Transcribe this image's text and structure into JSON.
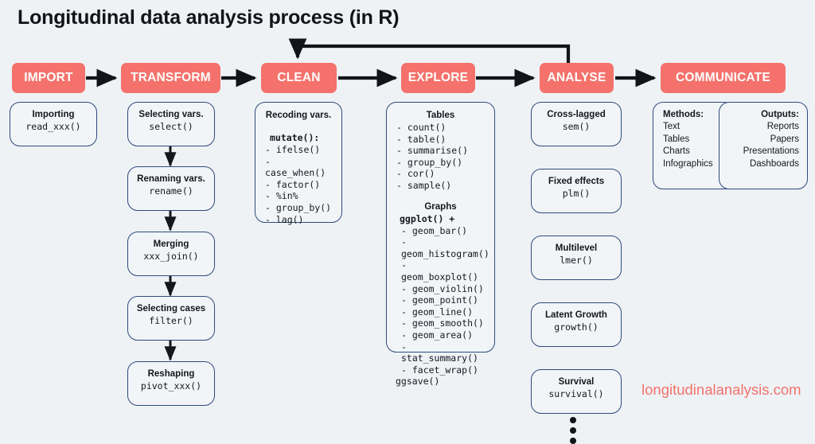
{
  "page": {
    "title": "Longitudinal data analysis process (in R)",
    "background_color": "#eef2f5",
    "accent_color": "#f4726b",
    "border_color": "#2e4a7d",
    "text_color": "#14181d",
    "watermark": "longitudinalanalysis.com"
  },
  "stages": [
    {
      "id": "import",
      "label": "IMPORT"
    },
    {
      "id": "transform",
      "label": "TRANSFORM"
    },
    {
      "id": "clean",
      "label": "CLEAN"
    },
    {
      "id": "explore",
      "label": "EXPLORE"
    },
    {
      "id": "analyse",
      "label": "ANALYSE"
    },
    {
      "id": "communicate",
      "label": "COMMUNICATE"
    }
  ],
  "import": {
    "card": {
      "heading": "Importing",
      "function": "read_xxx()"
    }
  },
  "transform": {
    "cards": [
      {
        "heading": "Selecting vars.",
        "function": "select()"
      },
      {
        "heading": "Renaming vars.",
        "function": "rename()"
      },
      {
        "heading": "Merging",
        "function": "xxx_join()"
      },
      {
        "heading": "Selecting cases",
        "function": "filter()"
      },
      {
        "heading": "Reshaping",
        "function": "pivot_xxx()"
      }
    ]
  },
  "clean": {
    "card": {
      "heading": "Recoding vars.",
      "subheading": "mutate():",
      "items": [
        "- ifelse()",
        "- case_when()",
        "- factor()",
        "- %in%",
        "- group_by()",
        "- lag()"
      ]
    }
  },
  "explore": {
    "card": {
      "tables_heading": "Tables",
      "tables_items": [
        "- count()",
        "- table()",
        "- summarise()",
        "- group_by()",
        "- cor()",
        "- sample()"
      ],
      "graphs_heading": "Graphs",
      "graphs_lead": "ggplot() +",
      "graphs_items": [
        "- geom_bar()",
        "- geom_histogram()",
        "- geom_boxplot()",
        "- geom_violin()",
        "- geom_point()",
        "- geom_line()",
        "- geom_smooth()",
        "- geom_area()",
        "- stat_summary()",
        "- facet_wrap()"
      ],
      "graphs_tail": "ggsave()"
    }
  },
  "analyse": {
    "cards": [
      {
        "heading": "Cross-lagged",
        "function": "sem()"
      },
      {
        "heading": "Fixed effects",
        "function": "plm()"
      },
      {
        "heading": "Multilevel",
        "function": "lmer()"
      },
      {
        "heading": "Latent Growth",
        "function": "growth()"
      },
      {
        "heading": "Survival",
        "function": "survival()"
      }
    ],
    "continuation_icon": "vertical-ellipsis"
  },
  "communicate": {
    "methods": {
      "heading": "Methods:",
      "items": [
        "Text",
        "Tables",
        "Charts",
        "Infographics"
      ]
    },
    "outputs": {
      "heading": "Outputs:",
      "items": [
        "Reports",
        "Papers",
        "Presentations",
        "Dashboards"
      ]
    }
  },
  "flow": {
    "forward_arrows": [
      "import-to-transform",
      "transform-to-clean",
      "clean-to-explore",
      "explore-to-analyse",
      "analyse-to-communicate"
    ],
    "feedback_arrow": "analyse-back-to-clean"
  }
}
